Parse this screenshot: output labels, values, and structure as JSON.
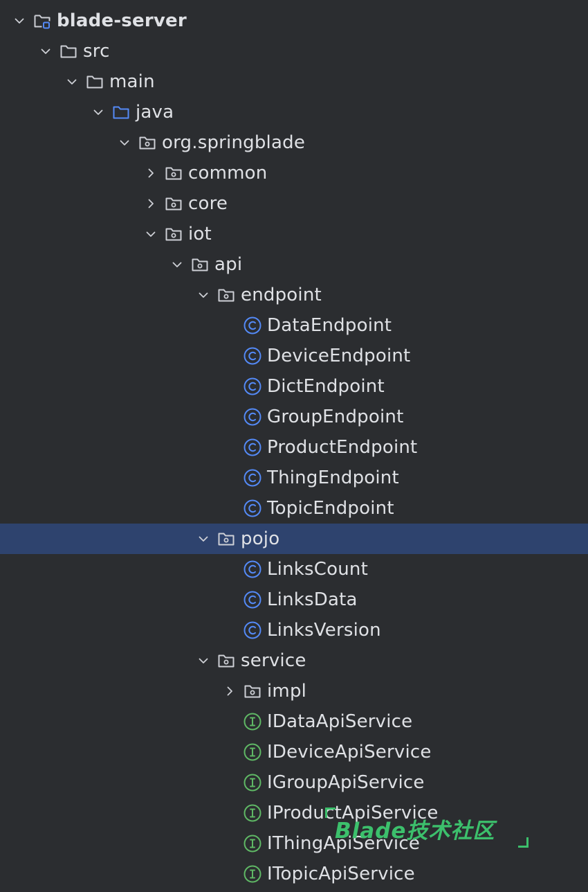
{
  "tree": {
    "items": [
      {
        "label": "blade-server",
        "level": 0,
        "chevron": "expanded",
        "icon": "module-folder-icon",
        "bold": true,
        "selected": false
      },
      {
        "label": "src",
        "level": 1,
        "chevron": "expanded",
        "icon": "folder-icon",
        "bold": false,
        "selected": false
      },
      {
        "label": "main",
        "level": 2,
        "chevron": "expanded",
        "icon": "folder-icon",
        "bold": false,
        "selected": false
      },
      {
        "label": "java",
        "level": 3,
        "chevron": "expanded",
        "icon": "source-folder-icon",
        "bold": false,
        "selected": false
      },
      {
        "label": "org.springblade",
        "level": 4,
        "chevron": "expanded",
        "icon": "package-icon",
        "bold": false,
        "selected": false
      },
      {
        "label": "common",
        "level": 5,
        "chevron": "collapsed",
        "icon": "package-icon",
        "bold": false,
        "selected": false
      },
      {
        "label": "core",
        "level": 5,
        "chevron": "collapsed",
        "icon": "package-icon",
        "bold": false,
        "selected": false
      },
      {
        "label": "iot",
        "level": 5,
        "chevron": "expanded",
        "icon": "package-icon",
        "bold": false,
        "selected": false
      },
      {
        "label": "api",
        "level": 6,
        "chevron": "expanded",
        "icon": "package-icon",
        "bold": false,
        "selected": false
      },
      {
        "label": "endpoint",
        "level": 7,
        "chevron": "expanded",
        "icon": "package-icon",
        "bold": false,
        "selected": false
      },
      {
        "label": "DataEndpoint",
        "level": 8,
        "chevron": "none",
        "icon": "class-icon",
        "bold": false,
        "selected": false
      },
      {
        "label": "DeviceEndpoint",
        "level": 8,
        "chevron": "none",
        "icon": "class-icon",
        "bold": false,
        "selected": false
      },
      {
        "label": "DictEndpoint",
        "level": 8,
        "chevron": "none",
        "icon": "class-icon",
        "bold": false,
        "selected": false
      },
      {
        "label": "GroupEndpoint",
        "level": 8,
        "chevron": "none",
        "icon": "class-icon",
        "bold": false,
        "selected": false
      },
      {
        "label": "ProductEndpoint",
        "level": 8,
        "chevron": "none",
        "icon": "class-icon",
        "bold": false,
        "selected": false
      },
      {
        "label": "ThingEndpoint",
        "level": 8,
        "chevron": "none",
        "icon": "class-icon",
        "bold": false,
        "selected": false
      },
      {
        "label": "TopicEndpoint",
        "level": 8,
        "chevron": "none",
        "icon": "class-icon",
        "bold": false,
        "selected": false
      },
      {
        "label": "pojo",
        "level": 7,
        "chevron": "expanded",
        "icon": "package-icon",
        "bold": false,
        "selected": true
      },
      {
        "label": "LinksCount",
        "level": 8,
        "chevron": "none",
        "icon": "class-icon",
        "bold": false,
        "selected": false
      },
      {
        "label": "LinksData",
        "level": 8,
        "chevron": "none",
        "icon": "class-icon",
        "bold": false,
        "selected": false
      },
      {
        "label": "LinksVersion",
        "level": 8,
        "chevron": "none",
        "icon": "class-icon",
        "bold": false,
        "selected": false
      },
      {
        "label": "service",
        "level": 7,
        "chevron": "expanded",
        "icon": "package-icon",
        "bold": false,
        "selected": false
      },
      {
        "label": "impl",
        "level": 8,
        "chevron": "collapsed",
        "icon": "package-icon",
        "bold": false,
        "selected": false
      },
      {
        "label": "IDataApiService",
        "level": 8,
        "chevron": "none",
        "icon": "interface-icon",
        "bold": false,
        "selected": false
      },
      {
        "label": "IDeviceApiService",
        "level": 8,
        "chevron": "none",
        "icon": "interface-icon",
        "bold": false,
        "selected": false
      },
      {
        "label": "IGroupApiService",
        "level": 8,
        "chevron": "none",
        "icon": "interface-icon",
        "bold": false,
        "selected": false
      },
      {
        "label": "IProductApiService",
        "level": 8,
        "chevron": "none",
        "icon": "interface-icon",
        "bold": false,
        "selected": false
      },
      {
        "label": "IThingApiService",
        "level": 8,
        "chevron": "none",
        "icon": "interface-icon",
        "bold": false,
        "selected": false
      },
      {
        "label": "ITopicApiService",
        "level": 8,
        "chevron": "none",
        "icon": "interface-icon",
        "bold": false,
        "selected": false
      }
    ]
  },
  "watermark": {
    "text": "Blade技术社区"
  },
  "colors": {
    "background": "#2b2d30",
    "selection": "#2e436e",
    "text": "#dfe1e5",
    "icon_gray": "#ced0d6",
    "class_blue": "#548af7",
    "source_folder_blue": "#548af7",
    "interface_green": "#5fb865",
    "watermark_green": "#3cc06c"
  }
}
